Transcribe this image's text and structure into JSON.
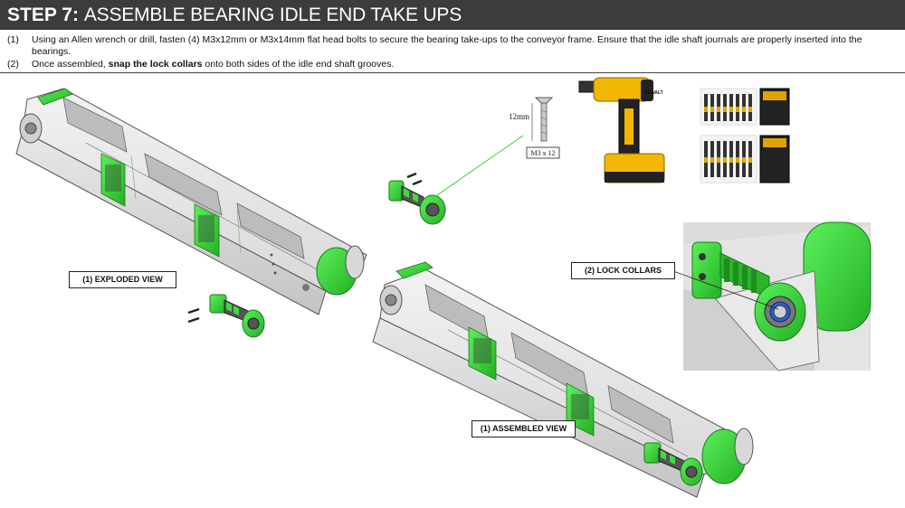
{
  "header": {
    "step_label": "STEP 7:",
    "title": "ASSEMBLE BEARING IDLE END TAKE UPS"
  },
  "steps": [
    {
      "num": "(1)",
      "text": "Using an Allen wrench or drill, fasten (4) M3x12mm or M3x14mm flat head bolts to secure the bearing take-ups to the conveyor frame. Ensure that the idle shaft journals are properly inserted into the bearings."
    },
    {
      "num": "(2)",
      "before": "Once assembled, ",
      "bold": "snap the lock collars",
      "after": " onto both sides of the idle end shaft grooves."
    }
  ],
  "screw": {
    "length_label": "12mm",
    "size_label": "M3 x 12"
  },
  "drill": {
    "brand": "DEWALT"
  },
  "callouts": {
    "exploded": "(1) EXPLODED VIEW",
    "lock_collars": "(2) LOCK COLLARS",
    "assembled": "(1) ASSEMBLED VIEW"
  },
  "colors": {
    "header_bg": "#3c3c3c",
    "part_green": "#3ddc3d",
    "frame_gray": "#e6e6e6",
    "drill_yellow": "#f2b705"
  }
}
